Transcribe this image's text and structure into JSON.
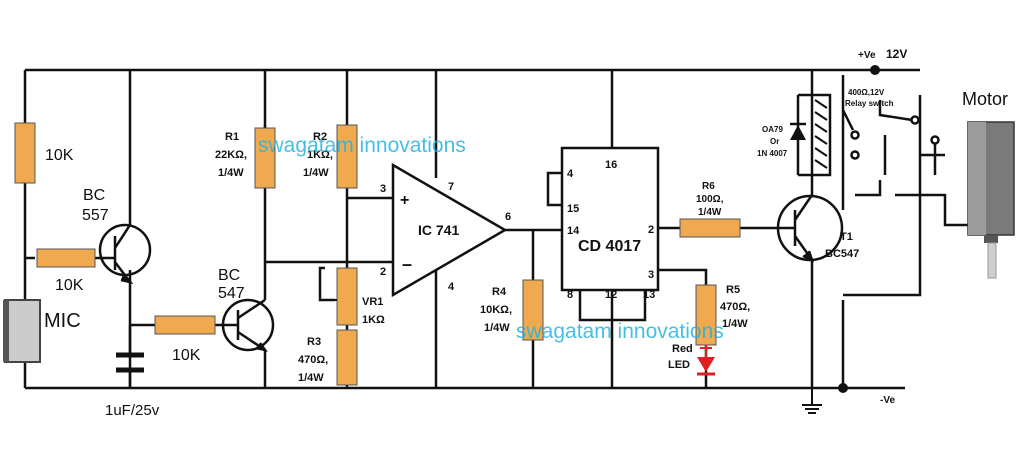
{
  "watermark": "swagatam innovations",
  "colors": {
    "wire": "#111111",
    "resistor_fill": "#f0a94e",
    "resistor_stroke": "#555555",
    "watermark": "#27b3dd",
    "led": "#e02020"
  },
  "labels": {
    "mic": "MIC",
    "r_10k_top": "10K",
    "r_10k_mid": "10K",
    "r_10k_base": "10K",
    "bc557_a": "BC",
    "bc557_b": "557",
    "bc547_a": "BC",
    "bc547_b": "547",
    "cap": "1uF/25v",
    "r1_a": "R1",
    "r1_b": "22KΩ,",
    "r1_c": "1/4W",
    "r2_a": "R2",
    "r2_b": "1KΩ,",
    "r2_c": "1/4W",
    "vr1_a": "VR1",
    "vr1_b": "1KΩ",
    "r3_a": "R3",
    "r3_b": "470Ω,",
    "r3_c": "1/4W",
    "ic741": "IC 741",
    "plus": "+",
    "minus": "–",
    "pin3": "3",
    "pin2": "2",
    "pin7": "7",
    "pin4": "4",
    "pin6": "6",
    "r4_a": "R4",
    "r4_b": "10KΩ,",
    "r4_c": "1/4W",
    "cd4017": "CD 4017",
    "cd_p16": "16",
    "cd_p4": "4",
    "cd_p15": "15",
    "cd_p14": "14",
    "cd_p2": "2",
    "cd_p3": "3",
    "cd_p8": "8",
    "cd_p12": "12",
    "cd_p13": "13",
    "r6_a": "R6",
    "r6_b": "100Ω,",
    "r6_c": "1/4W",
    "r5_a": "R5",
    "r5_b": "470Ω,",
    "r5_c": "1/4W",
    "led_a": "Red",
    "led_b": "LED",
    "t1_a": "T1",
    "t1_b": "BC547",
    "diode_a": "OA79",
    "diode_b": "Or",
    "diode_c": "1N 4007",
    "relay_a": "400Ω,12V",
    "relay_b": "Relay switch",
    "supply_pos": "+Ve",
    "supply_v": "12V",
    "supply_neg": "-Ve",
    "motor": "Motor"
  }
}
